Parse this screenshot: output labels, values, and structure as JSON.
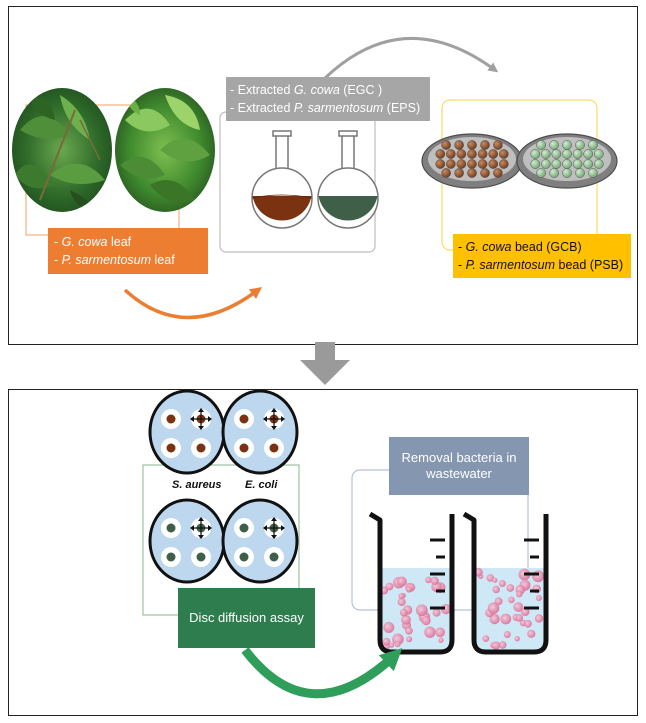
{
  "top_panel": {
    "leaf_label": {
      "line1_prefix": "- ",
      "line1_italic": "G. cowa",
      "line1_suffix": " leaf",
      "line2_prefix": "- ",
      "line2_italic": "P. sarmentosum",
      "line2_suffix": " leaf"
    },
    "extract_label": {
      "line1_prefix": "- Extracted ",
      "line1_italic": "G. cowa",
      "line1_suffix": " (EGC )",
      "line2_prefix": "- Extracted ",
      "line2_italic": "P. sarmentosum",
      "line2_suffix": " (EPS)"
    },
    "bead_label": {
      "line1_prefix": "- ",
      "line1_italic": "G. cowa",
      "line1_suffix": " bead (GCB)",
      "line2_prefix": "- ",
      "line2_italic": "P. sarmentosum",
      "line2_suffix": " bead (PSB)"
    }
  },
  "bottom_panel": {
    "bacteria_labels": [
      "S. aureus",
      "E. coli"
    ],
    "assay_label": "Disc diffusion assay",
    "removal_label": "Removal bacteria in wastewater"
  },
  "colors": {
    "orange": "#ed7d31",
    "gray": "#a6a6a6",
    "yellow": "#ffc000",
    "green": "#2e7d4f",
    "steel_blue": "#8496b0",
    "flask_brown": "#7a3210",
    "flask_green": "#3f5f48",
    "bead_brown": "#7b4a2a",
    "bead_green": "#8fbf8f",
    "petri_blue": "#bcd7ee",
    "water_blue": "#cfe8f6",
    "bacteria_pink": "#e48aa8"
  }
}
